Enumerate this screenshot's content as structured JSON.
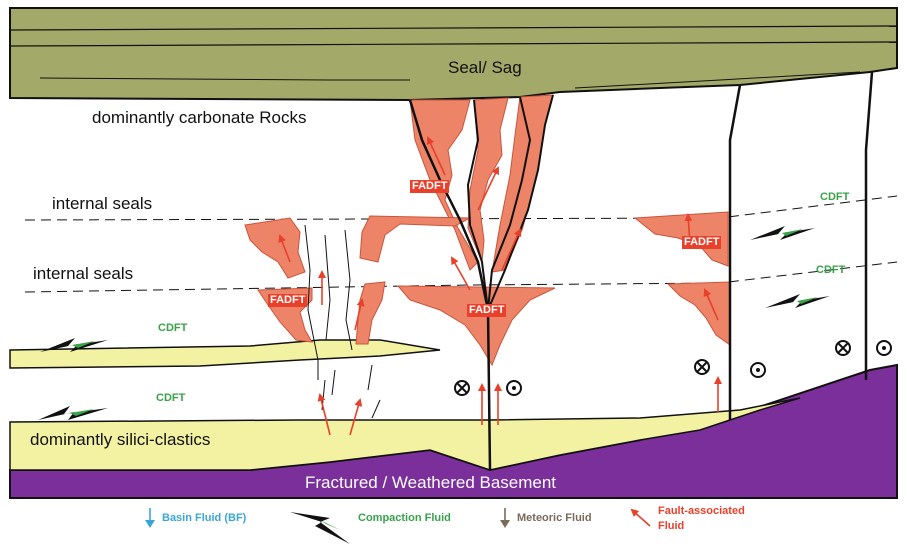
{
  "labels": {
    "seal_sag": "Seal/ Sag",
    "carbonate": "dominantly carbonate Rocks",
    "internal_seals_upper": "internal seals",
    "internal_seals_lower": "internal seals",
    "siliciclastics": "dominantly silici-clastics",
    "basement": "Fractured / Weathered Basement",
    "cdft": "CDFT",
    "fadft": "FADFT"
  },
  "legend": {
    "basin_fluid": "Basin Fluid (BF)",
    "compaction_fluid": "Compaction Fluid",
    "meteoric_fluid": "Meteoric Fluid",
    "fault_fluid_line1": "Fault-associated",
    "fault_fluid_line2": "Fluid"
  },
  "colors": {
    "seal": "#a3a968",
    "sand": "#f3f2a2",
    "basement": "#7a2f9a",
    "fluid_zone": "#ee8467",
    "arrow_red": "#e8402a",
    "compaction_green": "#3aa24a",
    "basin_blue": "#3aa6d8",
    "meteoric_brown": "#7a6a5a"
  }
}
